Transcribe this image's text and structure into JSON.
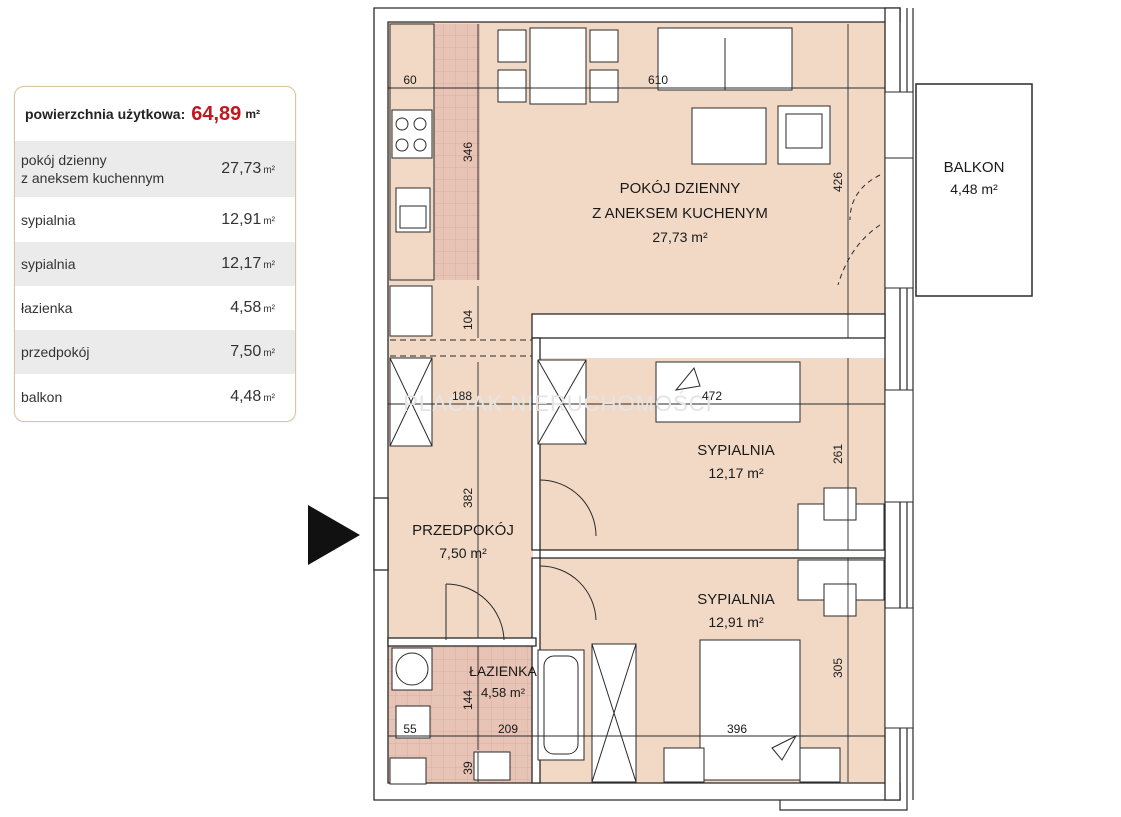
{
  "summary": {
    "total_label": "powierzchnia użytkowa:",
    "total_value": "64,89",
    "unit": "m²",
    "rows": [
      {
        "label": "pokój dzienny\nz aneksem kuchennym",
        "value": "27,73"
      },
      {
        "label": "sypialnia",
        "value": "12,91"
      },
      {
        "label": "sypialnia",
        "value": "12,17"
      },
      {
        "label": "łazienka",
        "value": "4,58"
      },
      {
        "label": "przedpokój",
        "value": "7,50"
      },
      {
        "label": "balkon",
        "value": "4,48"
      }
    ]
  },
  "rooms": {
    "living_name_1": "POKÓJ DZIENNY",
    "living_name_2": "Z ANEKSEM KUCHENYM",
    "living_area": "27,73 m²",
    "bed1_name": "SYPIALNIA",
    "bed1_area": "12,17 m²",
    "bed2_name": "SYPIALNIA",
    "bed2_area": "12,91 m²",
    "hall_name": "PRZEDPOKÓJ",
    "hall_area": "7,50 m²",
    "bath_name": "ŁAZIENKA",
    "bath_area": "4,58 m²",
    "balcony_name": "BALKON",
    "balcony_area": "4,48 m²"
  },
  "dimensions": {
    "d60": "60",
    "d610": "610",
    "d346": "346",
    "d426": "426",
    "d104": "104",
    "d188": "188",
    "d472": "472",
    "d261": "261",
    "d382": "382",
    "d305": "305",
    "d144": "144",
    "d55": "55",
    "d209": "209",
    "d396": "396",
    "d39": "39"
  },
  "watermark": "PLACIAK NIERUCHOMOŚCI",
  "colors": {
    "floor": "#f2d9c6",
    "tile": "#e7c4b5",
    "wall": "#2a2a2a",
    "accent": "#c4161c"
  }
}
